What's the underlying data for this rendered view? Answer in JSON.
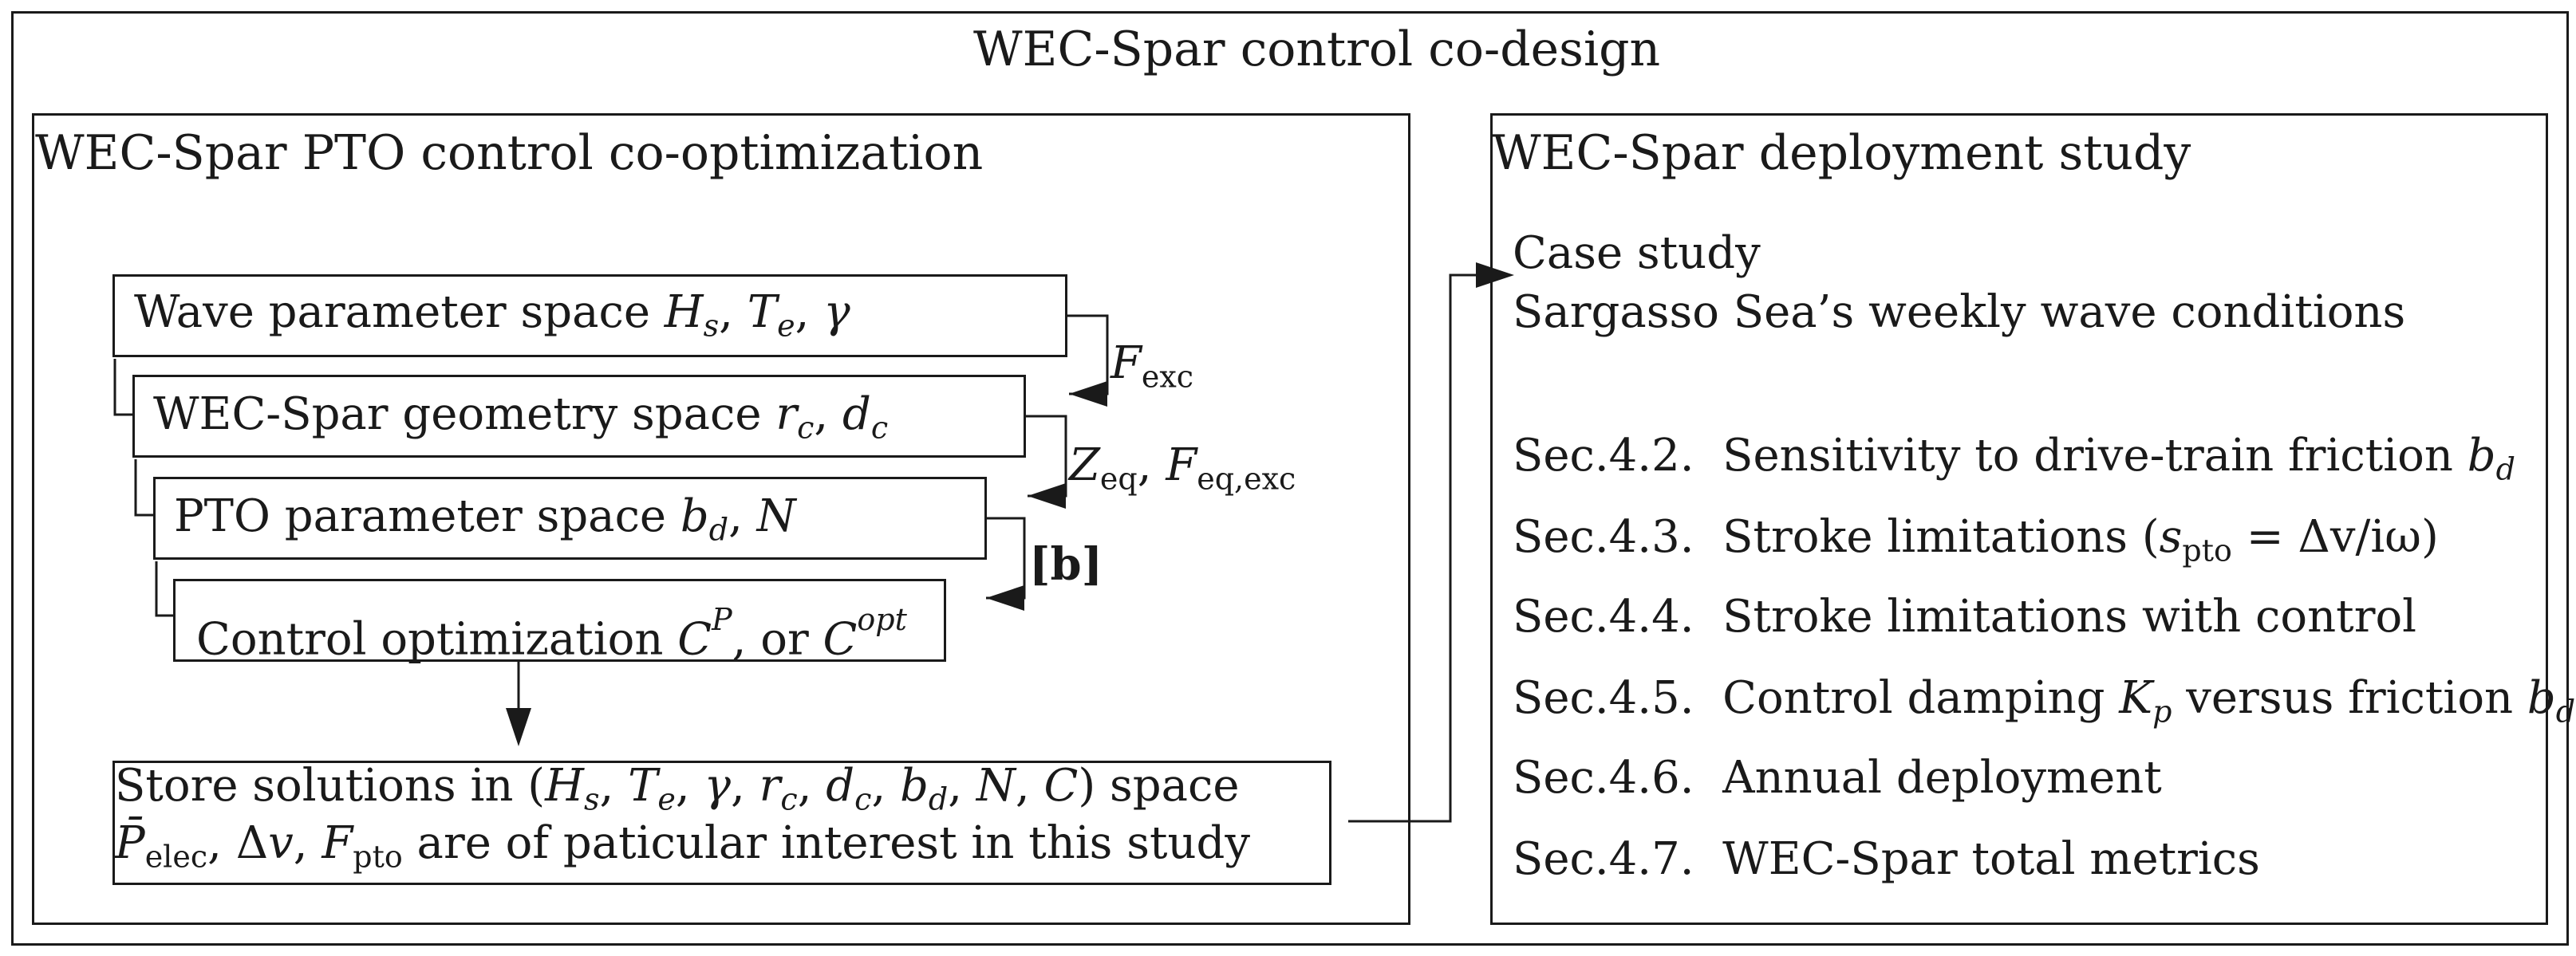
{
  "title": "WEC-Spar control co-design",
  "left": {
    "heading": "WEC-Spar PTO control co-optimization",
    "box1": {
      "text": "Wave parameter space ",
      "vars": [
        "H",
        "s",
        "T",
        "e",
        "γ"
      ]
    },
    "box2": {
      "text": "WEC-Spar geometry space ",
      "vars": [
        "r",
        "c",
        "d",
        "c"
      ]
    },
    "box3": {
      "text": "PTO parameter space ",
      "vars": [
        "b",
        "d",
        "N"
      ]
    },
    "box4": {
      "text": "Control optimization ",
      "or": ", or ",
      "vars": [
        "C",
        "P",
        "C",
        "opt"
      ]
    },
    "arrow_labels": {
      "a1": {
        "sym": "F",
        "sub": "exc"
      },
      "a2": {
        "sym1": "Z",
        "sub1": "eq",
        "sep": ", ",
        "sym2": "F",
        "sub2": "eq,exc"
      },
      "a3": {
        "text": "[b]"
      }
    },
    "store": {
      "line1_prefix": "Store solutions in (",
      "line1_vars": "H_s, T_e, γ, r_c, d_c, b_d, N, C",
      "line1_suffix": ") space",
      "line2_suffix": " are of paticular interest in this study",
      "line2_vars": "P̄_elec, Δv, F_pto"
    }
  },
  "right": {
    "heading": "WEC-Spar deployment study",
    "case_line1": "Case study",
    "case_line2": "Sargasso Sea’s weekly wave conditions",
    "sections": [
      {
        "num": "Sec.4.2.",
        "text": "Sensitivity to drive-train friction ",
        "var": "b",
        "sub": "d"
      },
      {
        "num": "Sec.4.3.",
        "text": "Stroke limitations (",
        "var": "s",
        "sub": "pto",
        "tail": " = Δv/iω)"
      },
      {
        "num": "Sec.4.4.",
        "text": "Stroke limitations with control"
      },
      {
        "num": "Sec.4.5.",
        "text": "Control damping ",
        "var": "K",
        "sub": "p",
        "tail2": " versus friction ",
        "var2": "b",
        "sub2": "d"
      },
      {
        "num": "Sec.4.6.",
        "text": "Annual deployment"
      },
      {
        "num": "Sec.4.7.",
        "text": "WEC-Spar total metrics"
      }
    ]
  }
}
